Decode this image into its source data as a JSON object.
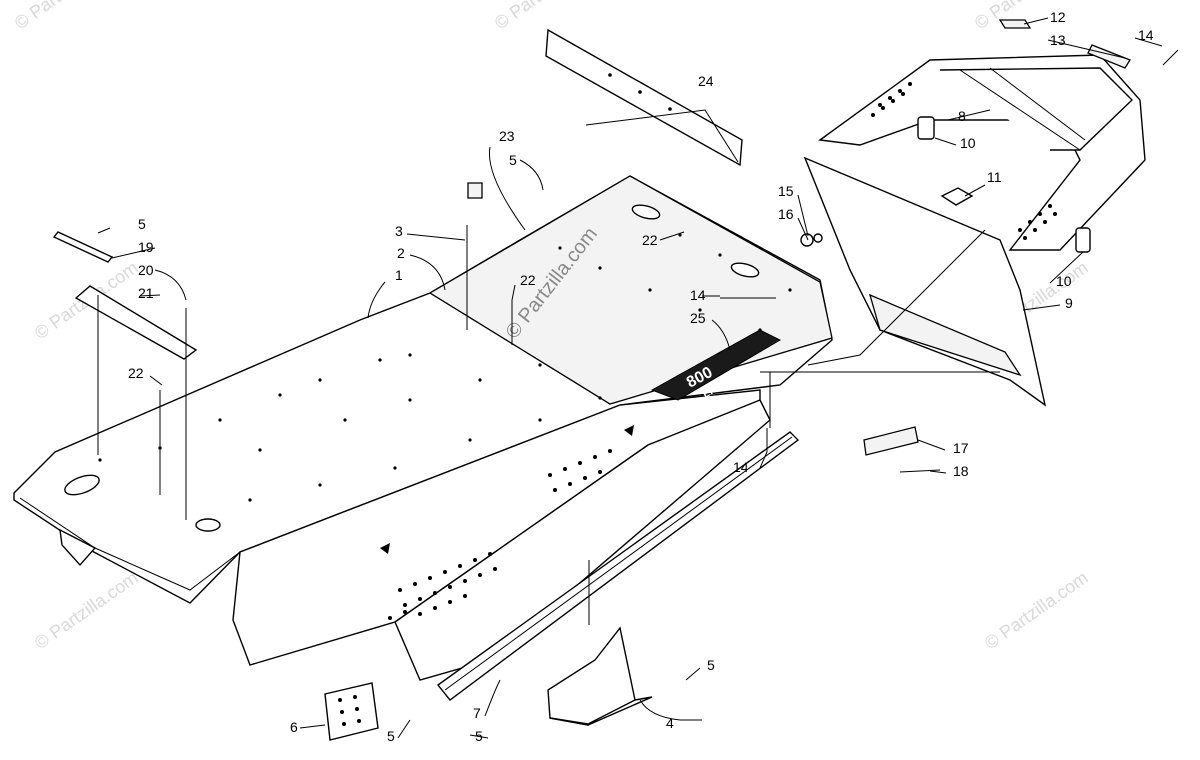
{
  "watermark": {
    "text": "© Partzilla.com",
    "center_text": "© Partzilla.com"
  },
  "callouts": [
    "1",
    "2",
    "3",
    "4",
    "5",
    "5",
    "5",
    "5",
    "5",
    "5",
    "6",
    "7",
    "8",
    "9",
    "10",
    "10",
    "11",
    "12",
    "13",
    "14",
    "14",
    "14",
    "15",
    "16",
    "17",
    "18",
    "19",
    "20",
    "21",
    "22",
    "22",
    "22",
    "23",
    "24",
    "25"
  ],
  "decal": {
    "top_text": "800",
    "bottom_text": "EFI"
  }
}
